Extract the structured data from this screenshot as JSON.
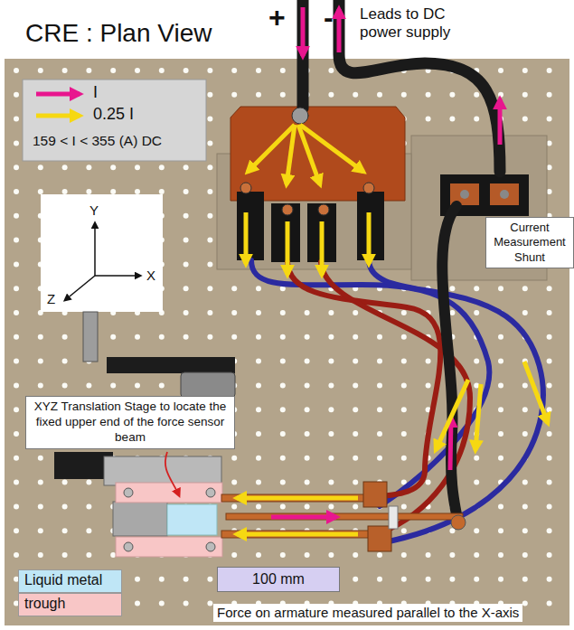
{
  "diagram": {
    "title": "CRE : Plan View",
    "nodes": [
      {
        "text": [
          "Current Measurement Shunt"
        ]
      },
      {
        "text": [
          "XYZ Translation Stage to locate the fixed upper end of the force sensor beam"
        ]
      },
      {
        "text": [
          "100 mm"
        ]
      }
    ],
    "labels": [
      "+",
      "-",
      "Leads to DC power supply",
      "159 < I < 355 (A) DC",
      "Y",
      "X",
      "Z",
      "Force on armature measured parallel to the X-axis"
    ],
    "legend": [
      {
        "text": "I"
      },
      {
        "text": "0.25 I"
      },
      {
        "text": "Liquid metal",
        "color": "#bfe6f6"
      },
      {
        "text": "trough",
        "color": "#f8c6c6"
      }
    ]
  }
}
